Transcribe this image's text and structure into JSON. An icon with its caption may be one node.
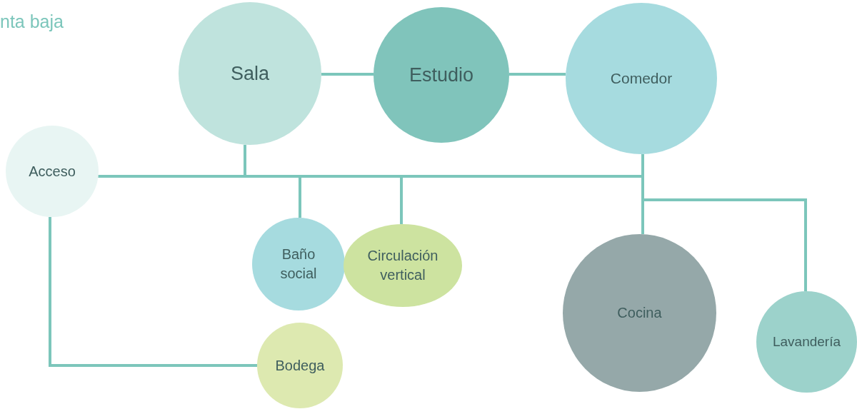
{
  "diagram": {
    "title": "nta baja",
    "nodes": [
      {
        "text": [
          "Sala"
        ]
      },
      {
        "text": [
          "Estudio"
        ]
      },
      {
        "text": [
          "Comedor"
        ]
      },
      {
        "text": [
          "Acceso"
        ]
      },
      {
        "text": [
          "Baño social"
        ]
      },
      {
        "text": [
          "Circulación vertical"
        ]
      },
      {
        "text": [
          "Cocina"
        ]
      },
      {
        "text": [
          "Lavandería"
        ]
      },
      {
        "text": [
          "Bodega"
        ]
      }
    ],
    "edges": [
      {
        "from": 0,
        "to": 1,
        "arrow": "none"
      },
      {
        "from": 1,
        "to": 2,
        "arrow": "none"
      },
      {
        "from": 3,
        "to": 0,
        "arrow": "none"
      },
      {
        "from": 3,
        "to": 4,
        "arrow": "none"
      },
      {
        "from": 3,
        "to": 5,
        "arrow": "none"
      },
      {
        "from": 3,
        "to": 2,
        "arrow": "none"
      },
      {
        "from": 2,
        "to": 6,
        "arrow": "none"
      },
      {
        "from": 2,
        "to": 7,
        "arrow": "none"
      },
      {
        "from": 3,
        "to": 8,
        "arrow": "none"
      }
    ]
  }
}
